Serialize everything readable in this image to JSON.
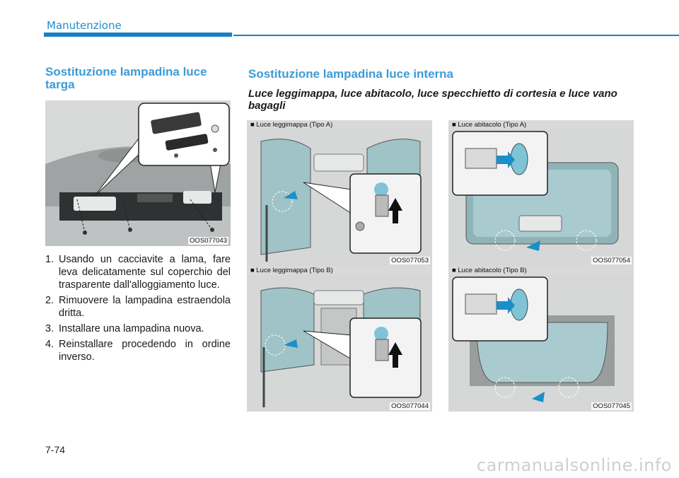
{
  "header": {
    "section": "Manutenzione"
  },
  "left": {
    "heading": "Sostituzione lampadina luce targa",
    "figure_code": "OOS077043",
    "steps": [
      {
        "num": "1.",
        "text": "Usando un cacciavite a lama, fare leva delicatamente sul coperchio del trasparente dall'alloggiamento luce."
      },
      {
        "num": "2.",
        "text": "Rimuovere la lampadina estraendola dritta."
      },
      {
        "num": "3.",
        "text": "Installare una lampadina nuova."
      },
      {
        "num": "4.",
        "text": "Reinstallare procedendo in ordine inverso."
      }
    ]
  },
  "right": {
    "heading": "Sostituzione lampadina luce interna",
    "subheading": "Luce leggimappa, luce abitacolo, luce specchietto di cortesia e luce vano bagagli",
    "figures": [
      {
        "caption": "■ Luce leggimappa (Tipo A)",
        "code": "OOS077053"
      },
      {
        "caption": "■ Luce abitacolo (Tipo A)",
        "code": "OOS077054"
      },
      {
        "caption": "■ Luce leggimappa (Tipo B)",
        "code": "OOS077044"
      },
      {
        "caption": "■ Luce abitacolo (Tipo B)",
        "code": "OOS077045"
      }
    ]
  },
  "page_number": "7-74",
  "watermark": "carmanualsonline.info",
  "colors": {
    "accent": "#1b7fc4",
    "heading": "#3d9bd6"
  }
}
